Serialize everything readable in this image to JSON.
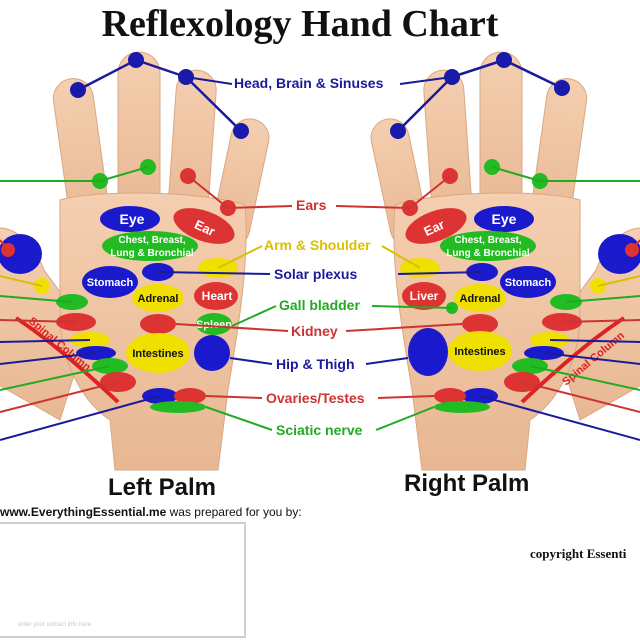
{
  "title": "Reflexology Hand Chart",
  "palms": {
    "left": "Left Palm",
    "right": "Right Palm"
  },
  "center_labels": {
    "head": "Head, Brain & Sinuses",
    "ears": "Ears",
    "arm": "Arm & Shoulder",
    "solar": "Solar plexus",
    "gall": "Gall bladder",
    "kidney": "Kidney",
    "hip": "Hip & Thigh",
    "ovaries": "Ovaries/Testes",
    "sciatic": "Sciatic nerve"
  },
  "in_hand": {
    "eye": "Eye",
    "ear": "Ear",
    "chest_line1": "Chest, Breast,",
    "chest_line2": "Lung & Bronchial",
    "stomach": "Stomach",
    "adrenal": "Adrenal",
    "heart": "Heart",
    "liver": "Liver",
    "spleen": "Spleen",
    "intestines": "Intestines",
    "spinal": "Spinal Column"
  },
  "footer": {
    "site": "www.EverythingEssential.me",
    "prepared": " was prepared for you by:",
    "contact_hint": "enter your contact info here",
    "copyright": "copyright Essenti"
  },
  "colors": {
    "head": "#1a1a9a",
    "ears": "#cc3333",
    "arm": "#d9c000",
    "solar": "#1a1a9a",
    "gall": "#22aa22",
    "kidney": "#cc3333",
    "hip": "#1a1a9a",
    "ovaries": "#cc3333",
    "sciatic": "#22aa22",
    "skin": "#f2c9a8",
    "skin_shade": "#e5b08e"
  }
}
